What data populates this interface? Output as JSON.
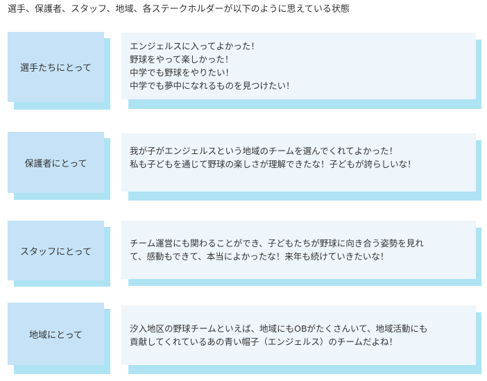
{
  "intro": "選手、保護者、スタッフ、地域、各ステークホルダーが以下のように思えている状態",
  "rows": [
    {
      "label": "選手たちにとって",
      "lines": [
        "エンジェルスに入ってよかった！",
        "野球をやって楽しかった！",
        "中学でも野球をやりたい！",
        "中学でも夢中になれるものを見つけたい！"
      ]
    },
    {
      "label": "保護者にとって",
      "lines": [
        "我が子がエンジェルスという地域のチームを選んでくれてよかった！",
        "私も子どもを通じて野球の楽しさが理解できたな！子どもが誇らしいな！"
      ]
    },
    {
      "label": "スタッフにとって",
      "lines": [
        "チーム運営にも関わることができ、子どもたちが野球に向き合う姿勢を見れ",
        "て、感動もできて、本当によかったな！来年も続けていきたいな！"
      ]
    },
    {
      "label": "地域にとって",
      "lines": [
        "汐入地区の野球チームといえば、地域にもOBがたくさんいて、地域活動にも",
        "貢献してくれているあの青い帽子（エンジェルス）のチームだよね！"
      ]
    }
  ]
}
